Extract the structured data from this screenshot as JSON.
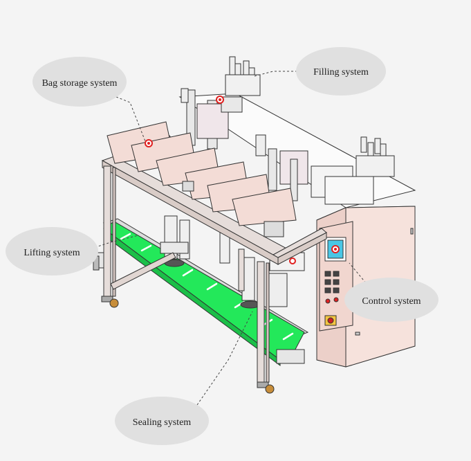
{
  "diagram": {
    "labels": {
      "filling": "Filling system",
      "bag_storage": "Bag storage system",
      "lifting": "Lifting system",
      "control": "Control system",
      "sealing": "Sealing system"
    },
    "colors": {
      "background": "#f4f4f4",
      "label_bubble": "#e0e0e0",
      "machine_body": "#f3dcd6",
      "conveyor_belt": "#23e85a",
      "frame": "#e6ddda",
      "outline": "#333333",
      "marker": "#e02020",
      "screen": "#49c6e5"
    }
  }
}
